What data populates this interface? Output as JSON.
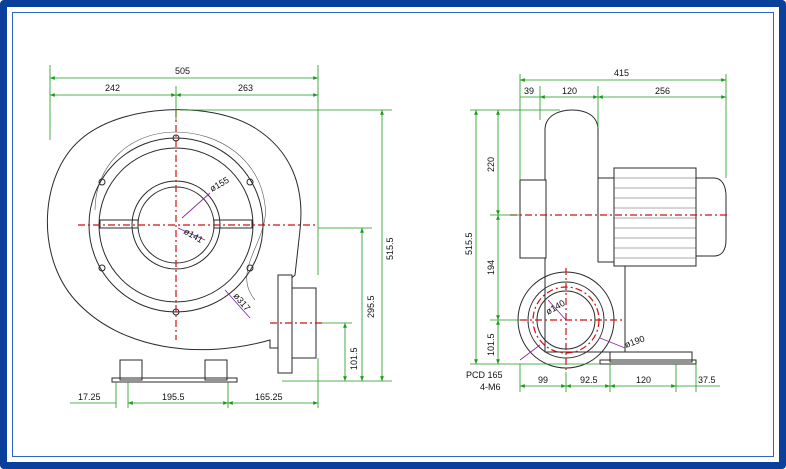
{
  "front_view": {
    "overall_width": "505",
    "left_width": "242",
    "right_width": "263",
    "height": "515.5",
    "outlet_center_height": "295.5",
    "outlet_bottom_height": "101.5",
    "inlet_diameter": "ø155",
    "inlet_inner_diameter": "ø141",
    "flange_diameter": "ø317",
    "base_left": "17.25",
    "base_mid": "195.5",
    "base_right": "165.25"
  },
  "side_view": {
    "overall_width": "415",
    "seg_a": "39",
    "seg_b": "120",
    "seg_c": "256",
    "height": "515.5",
    "upper_height": "220",
    "mid_height": "194",
    "lower_height": "101.5",
    "outlet_inner_diameter": "ø140",
    "outlet_outer_diameter": "ø190",
    "pcd_note": "PCD 165",
    "bolt_note": "4-M6",
    "base_a": "99",
    "base_b": "92.5",
    "base_c": "120",
    "base_d": "37.5"
  }
}
